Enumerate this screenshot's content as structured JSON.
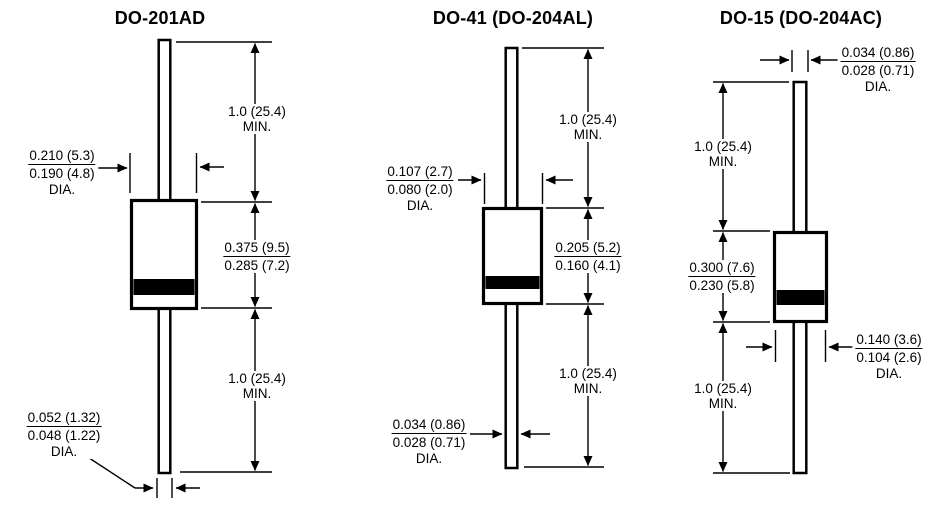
{
  "page": {
    "background": "#ffffff",
    "line_color": "#000000",
    "text_color": "#000000"
  },
  "diagrams": [
    {
      "id": "do-201ad",
      "title": "DO-201AD",
      "labels": {
        "lead_top_length": {
          "line1": "1.0 (25.4)",
          "line2": "MIN."
        },
        "body_length": {
          "max": "0.375 (9.5)",
          "min": "0.285 (7.2)"
        },
        "lead_bottom_length": {
          "line1": "1.0 (25.4)",
          "line2": "MIN."
        },
        "body_diameter": {
          "max": "0.210 (5.3)",
          "min": "0.190 (4.8)",
          "suffix": "DIA."
        },
        "lead_diameter": {
          "max": "0.052 (1.32)",
          "min": "0.048 (1.22)",
          "suffix": "DIA."
        }
      }
    },
    {
      "id": "do-41",
      "title": "DO-41 (DO-204AL)",
      "labels": {
        "lead_top_length": {
          "line1": "1.0 (25.4)",
          "line2": "MIN."
        },
        "body_length": {
          "max": "0.205 (5.2)",
          "min": "0.160 (4.1)"
        },
        "lead_bottom_length": {
          "line1": "1.0 (25.4)",
          "line2": "MIN."
        },
        "body_diameter": {
          "max": "0.107 (2.7)",
          "min": "0.080 (2.0)",
          "suffix": "DIA."
        },
        "lead_diameter": {
          "max": "0.034 (0.86)",
          "min": "0.028 (0.71)",
          "suffix": "DIA."
        }
      }
    },
    {
      "id": "do-15",
      "title": "DO-15 (DO-204AC)",
      "labels": {
        "lead_diameter": {
          "max": "0.034 (0.86)",
          "min": "0.028 (0.71)",
          "suffix": "DIA."
        },
        "lead_top_length": {
          "line1": "1.0 (25.4)",
          "line2": "MIN."
        },
        "body_length": {
          "max": "0.300 (7.6)",
          "min": "0.230 (5.8)"
        },
        "body_diameter": {
          "max": "0.140 (3.6)",
          "min": "0.104 (2.6)",
          "suffix": "DIA."
        },
        "lead_bottom_length": {
          "line1": "1.0 (25.4)",
          "line2": "MIN."
        }
      }
    }
  ]
}
